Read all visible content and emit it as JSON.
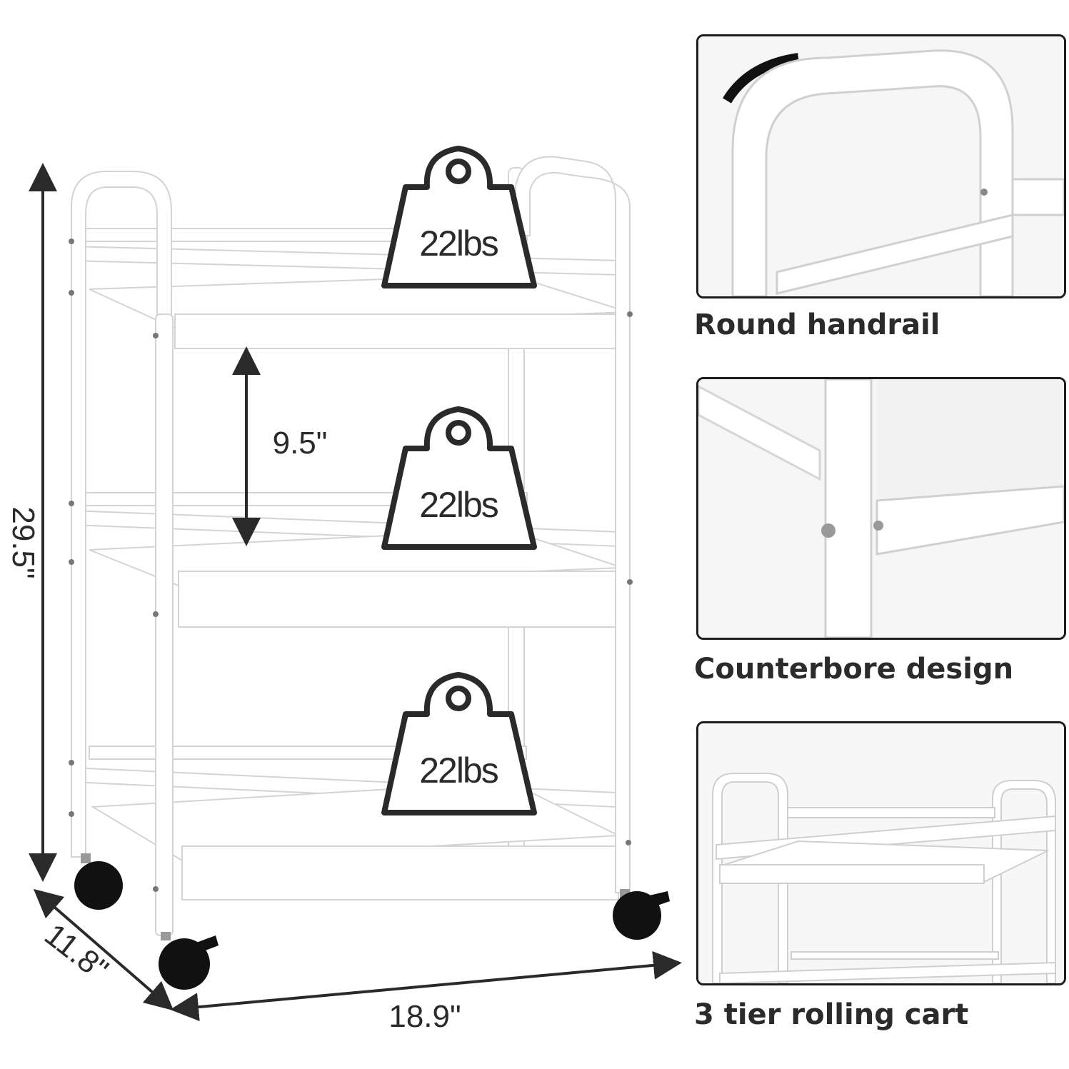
{
  "dimensions": {
    "height": "29.5\"",
    "depth": "11.8\"",
    "width": "18.9\"",
    "shelf_gap": "9.5\""
  },
  "weight_badges": [
    {
      "label": "22lbs"
    },
    {
      "label": "22lbs"
    },
    {
      "label": "22lbs"
    }
  ],
  "features": [
    {
      "caption": "Round handrail",
      "icon": "handrail-closeup"
    },
    {
      "caption": "Counterbore design",
      "icon": "counterbore-closeup"
    },
    {
      "caption": "3 tier rolling cart",
      "icon": "cart-closeup"
    }
  ],
  "colors": {
    "frame": "#ffffff",
    "outline": "#d8d8d8",
    "ink": "#2a2a2a",
    "wheel": "#111111"
  }
}
